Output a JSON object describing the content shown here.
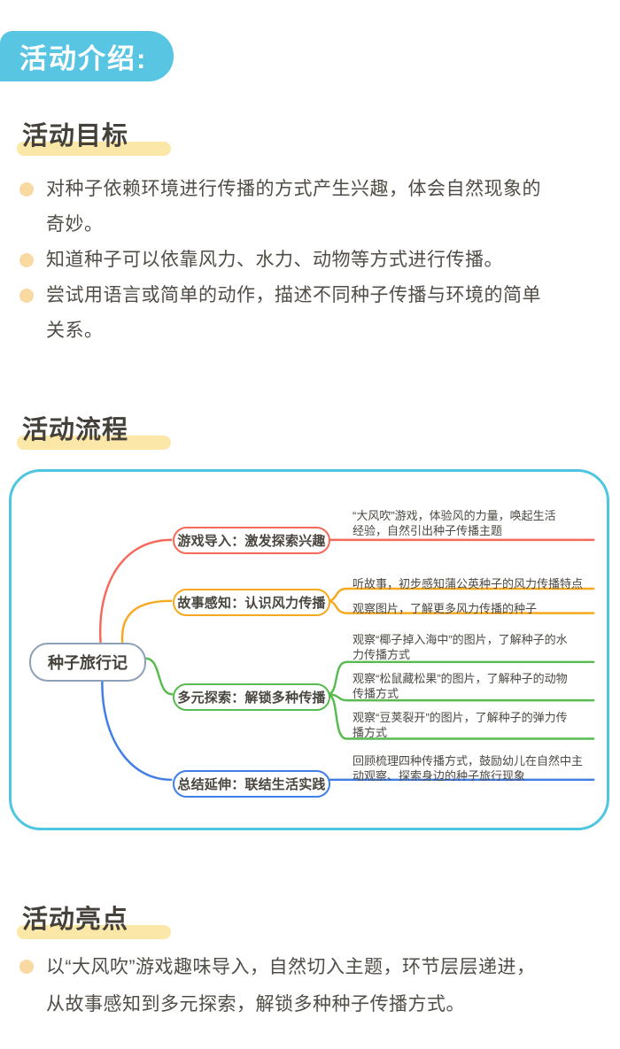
{
  "header": {
    "badge": "活动介绍:"
  },
  "sections": {
    "goals": {
      "title": "活动目标",
      "bullets": [
        "对种子依赖环境进行传播的方式产生兴趣，体会自然现象的\n奇妙。",
        "知道种子可以依靠风力、水力、动物等方式进行传播。",
        "尝试用语言或简单的动作，描述不同种子传播与环境的简单\n关系。"
      ]
    },
    "process": {
      "title": "活动流程"
    },
    "highlights": {
      "title": "活动亮点",
      "bullets": [
        "以“大风吹”游戏趣味导入，自然切入主题，环节层层递进，\n从故事感知到多元探索，解锁多种种子传播方式。"
      ]
    }
  },
  "mindmap": {
    "center": "种子旅行记",
    "branches": [
      {
        "label": "游戏导入：激发探索兴趣",
        "color": "#f4695a",
        "notes": [
          "“大风吹”游戏，体验风的力量，唤起生活\n经验，自然引出种子传播主题"
        ]
      },
      {
        "label": "故事感知：认识风力传播",
        "color": "#f6a91f",
        "notes": [
          "听故事，初步感知蒲公英种子的风力传播特点",
          "观察图片，了解更多风力传播的种子"
        ]
      },
      {
        "label": "多元探索：解锁多种传播",
        "color": "#57bb4f",
        "notes": [
          "观察“椰子掉入海中”的图片，了解种子的水\n力传播方式",
          "观察“松鼠藏松果”的图片，了解种子的动物\n传播方式",
          "观察“豆荚裂开”的图片，了解种子的弹力传\n播方式"
        ]
      },
      {
        "label": "总结延伸：联结生活实践",
        "color": "#3f7ee6",
        "notes": [
          "回顾梳理四种传播方式，鼓励幼儿在自然中主\n动观察、探索身边的种子旅行现象"
        ]
      }
    ]
  },
  "colors": {
    "badge_bg": "#58c5e2",
    "heading_highlight": "#fbe7a7",
    "bullet_dot": "#f8d9a2",
    "body_text": "#514d46",
    "mindmap_border": "#4fc6e0",
    "center_node_border": "#8da0ba",
    "branch_red": "#f4695a",
    "branch_yellow": "#f6a91f",
    "branch_green": "#57bb4f",
    "branch_blue": "#3f7ee6"
  }
}
